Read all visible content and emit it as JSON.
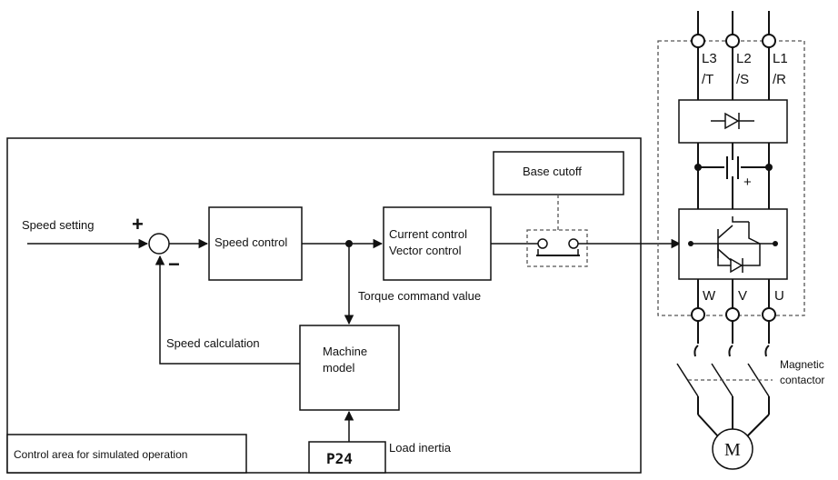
{
  "blocks": {
    "speed_control": "Speed control",
    "current_control_line1": "Current control",
    "current_control_line2": "Vector control",
    "base_cutoff": "Base cutoff",
    "machine_model_line1": "Machine",
    "machine_model_line2": "model",
    "parameter_box": "P24",
    "control_area": "Control area for simulated operation"
  },
  "signals": {
    "speed_setting": "Speed setting",
    "torque_command": "Torque command value",
    "speed_calculation": "Speed calculation",
    "load_inertia": "Load inertia"
  },
  "summing_junction": {
    "plus": "+",
    "minus": "−"
  },
  "power_circuit": {
    "input_terminals": [
      {
        "top": "L3",
        "bottom": "/T"
      },
      {
        "top": "L2",
        "bottom": "/S"
      },
      {
        "top": "L1",
        "bottom": "/R"
      }
    ],
    "capacitor_polarity": "+",
    "output_terminals": [
      "W",
      "V",
      "U"
    ],
    "contactor_line1": "Magnetic",
    "contactor_line2": "contactor",
    "motor": "M"
  }
}
